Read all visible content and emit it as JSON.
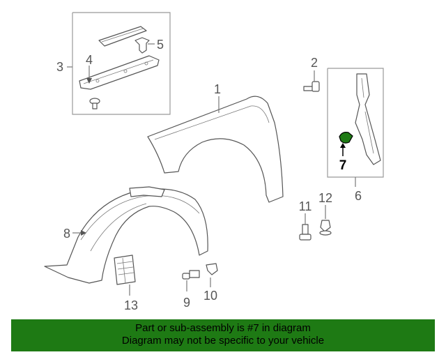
{
  "diagram": {
    "callouts": {
      "c1": "1",
      "c2": "2",
      "c3": "3",
      "c4": "4",
      "c5": "5",
      "c6": "6",
      "c7": "7",
      "c8": "8",
      "c9": "9",
      "c10": "10",
      "c11": "11",
      "c12": "12",
      "c13": "13"
    },
    "highlight_color": "#1e7a14",
    "highlighted_part": "7"
  },
  "banner": {
    "line1": "Part or sub-assembly is #7 in diagram",
    "line2": "Diagram may not be specific to your vehicle",
    "color": "#1e7a14"
  }
}
